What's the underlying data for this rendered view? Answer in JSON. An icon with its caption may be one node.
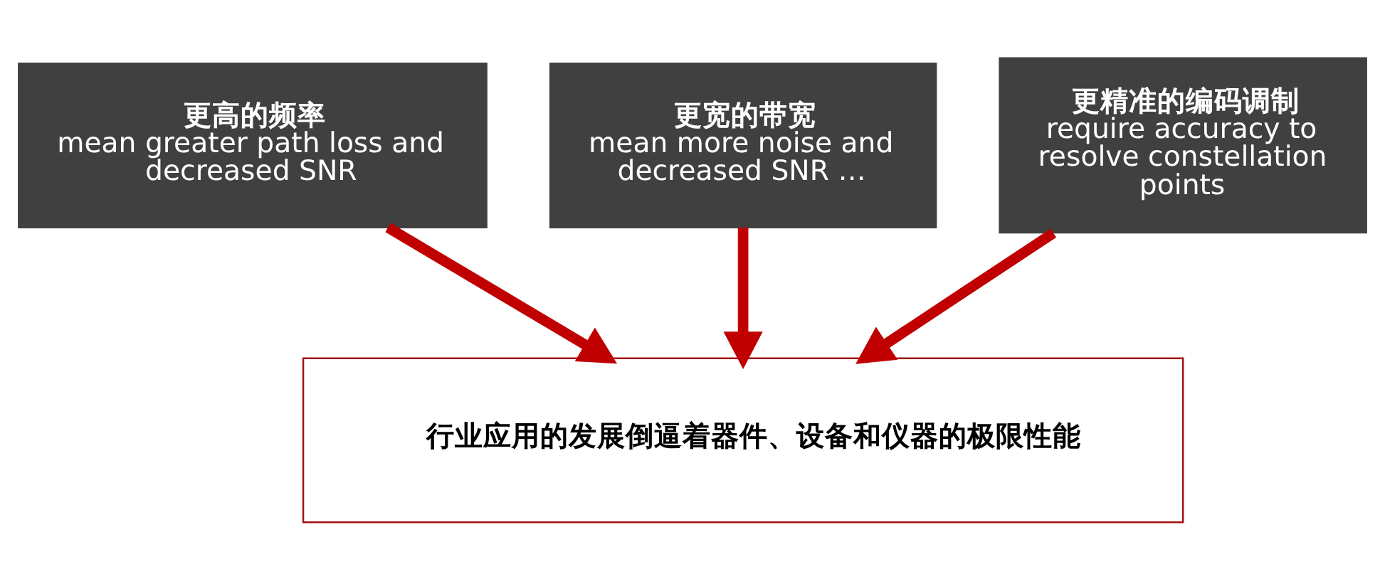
{
  "diagram": {
    "nodes": [
      {
        "text": [
          "更高的频率",
          "mean greater path loss and decreased SNR"
        ]
      },
      {
        "text": [
          "更宽的带宽",
          "mean more noise and decreased SNR …"
        ]
      },
      {
        "text": [
          "更精准的编码调制",
          "require accuracy to resolve constellation points"
        ]
      },
      {
        "text": [
          "行业应用的发展倒逼着器件、设备和仪器的极限性能"
        ]
      }
    ],
    "edges": [
      {
        "from": 0,
        "to": 3,
        "arrow": "to"
      },
      {
        "from": 1,
        "to": 3,
        "arrow": "to"
      },
      {
        "from": 2,
        "to": 3,
        "arrow": "to"
      }
    ]
  }
}
